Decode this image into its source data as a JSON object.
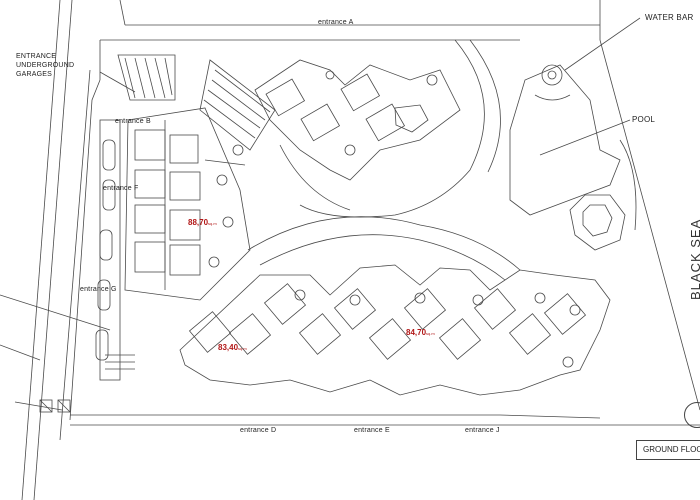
{
  "labels": {
    "entrance_a": "entrance A",
    "entrance_b": "entrance B",
    "entrance_f": "entrance F",
    "entrance_g": "entrance G",
    "entrance_d": "entrance D",
    "entrance_e": "entrance E",
    "entrance_j": "entrance J",
    "entrance_garages_line1": "ENTRANCE",
    "entrance_garages_line2": "UNDERGROUND",
    "entrance_garages_line3": "GARAGES",
    "water_bar": "WATER BAR",
    "pool": "POOL",
    "black_sea": "BLACK SEA",
    "ground_floor": "GROUND FLOO"
  },
  "areas": [
    {
      "value": "88,70",
      "unit": "sq.m"
    },
    {
      "value": "83,40",
      "unit": "sq.m"
    },
    {
      "value": "84,70",
      "unit": "sq.m"
    }
  ],
  "colors": {
    "line": "#4a4a4a",
    "area_text": "#b11616",
    "background": "#ffffff"
  }
}
